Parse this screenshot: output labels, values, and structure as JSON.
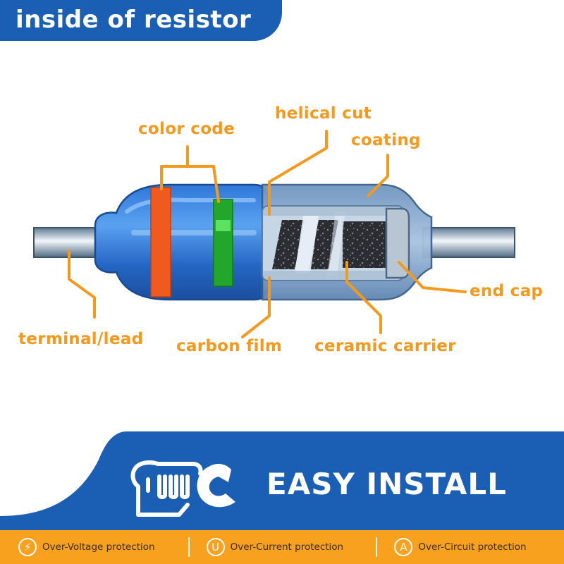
{
  "header": {
    "title": "inside of resistor"
  },
  "labels": {
    "color_code": "color code",
    "helical_cut": "helical cut",
    "coating": "coating",
    "end_cap": "end cap",
    "terminal_lead": "terminal/lead",
    "carbon_film": "carbon film",
    "ceramic_carrier": "ceramic carrier"
  },
  "install": {
    "title": "EASY INSTALL",
    "icon": "hand-wrench-icon"
  },
  "footer": {
    "items": [
      {
        "icon": "lightning-icon",
        "glyph": "⚡",
        "label": "Over-Voltage protection"
      },
      {
        "icon": "u-letter-icon",
        "glyph": "U",
        "label": "Over-Current protection"
      },
      {
        "icon": "a-letter-icon",
        "glyph": "A",
        "label": "Over-Circuit protection"
      }
    ]
  },
  "colors": {
    "brand_blue": "#1a5fb4",
    "accent_orange": "#f39a1e",
    "footer_orange": "#f7a11f"
  }
}
